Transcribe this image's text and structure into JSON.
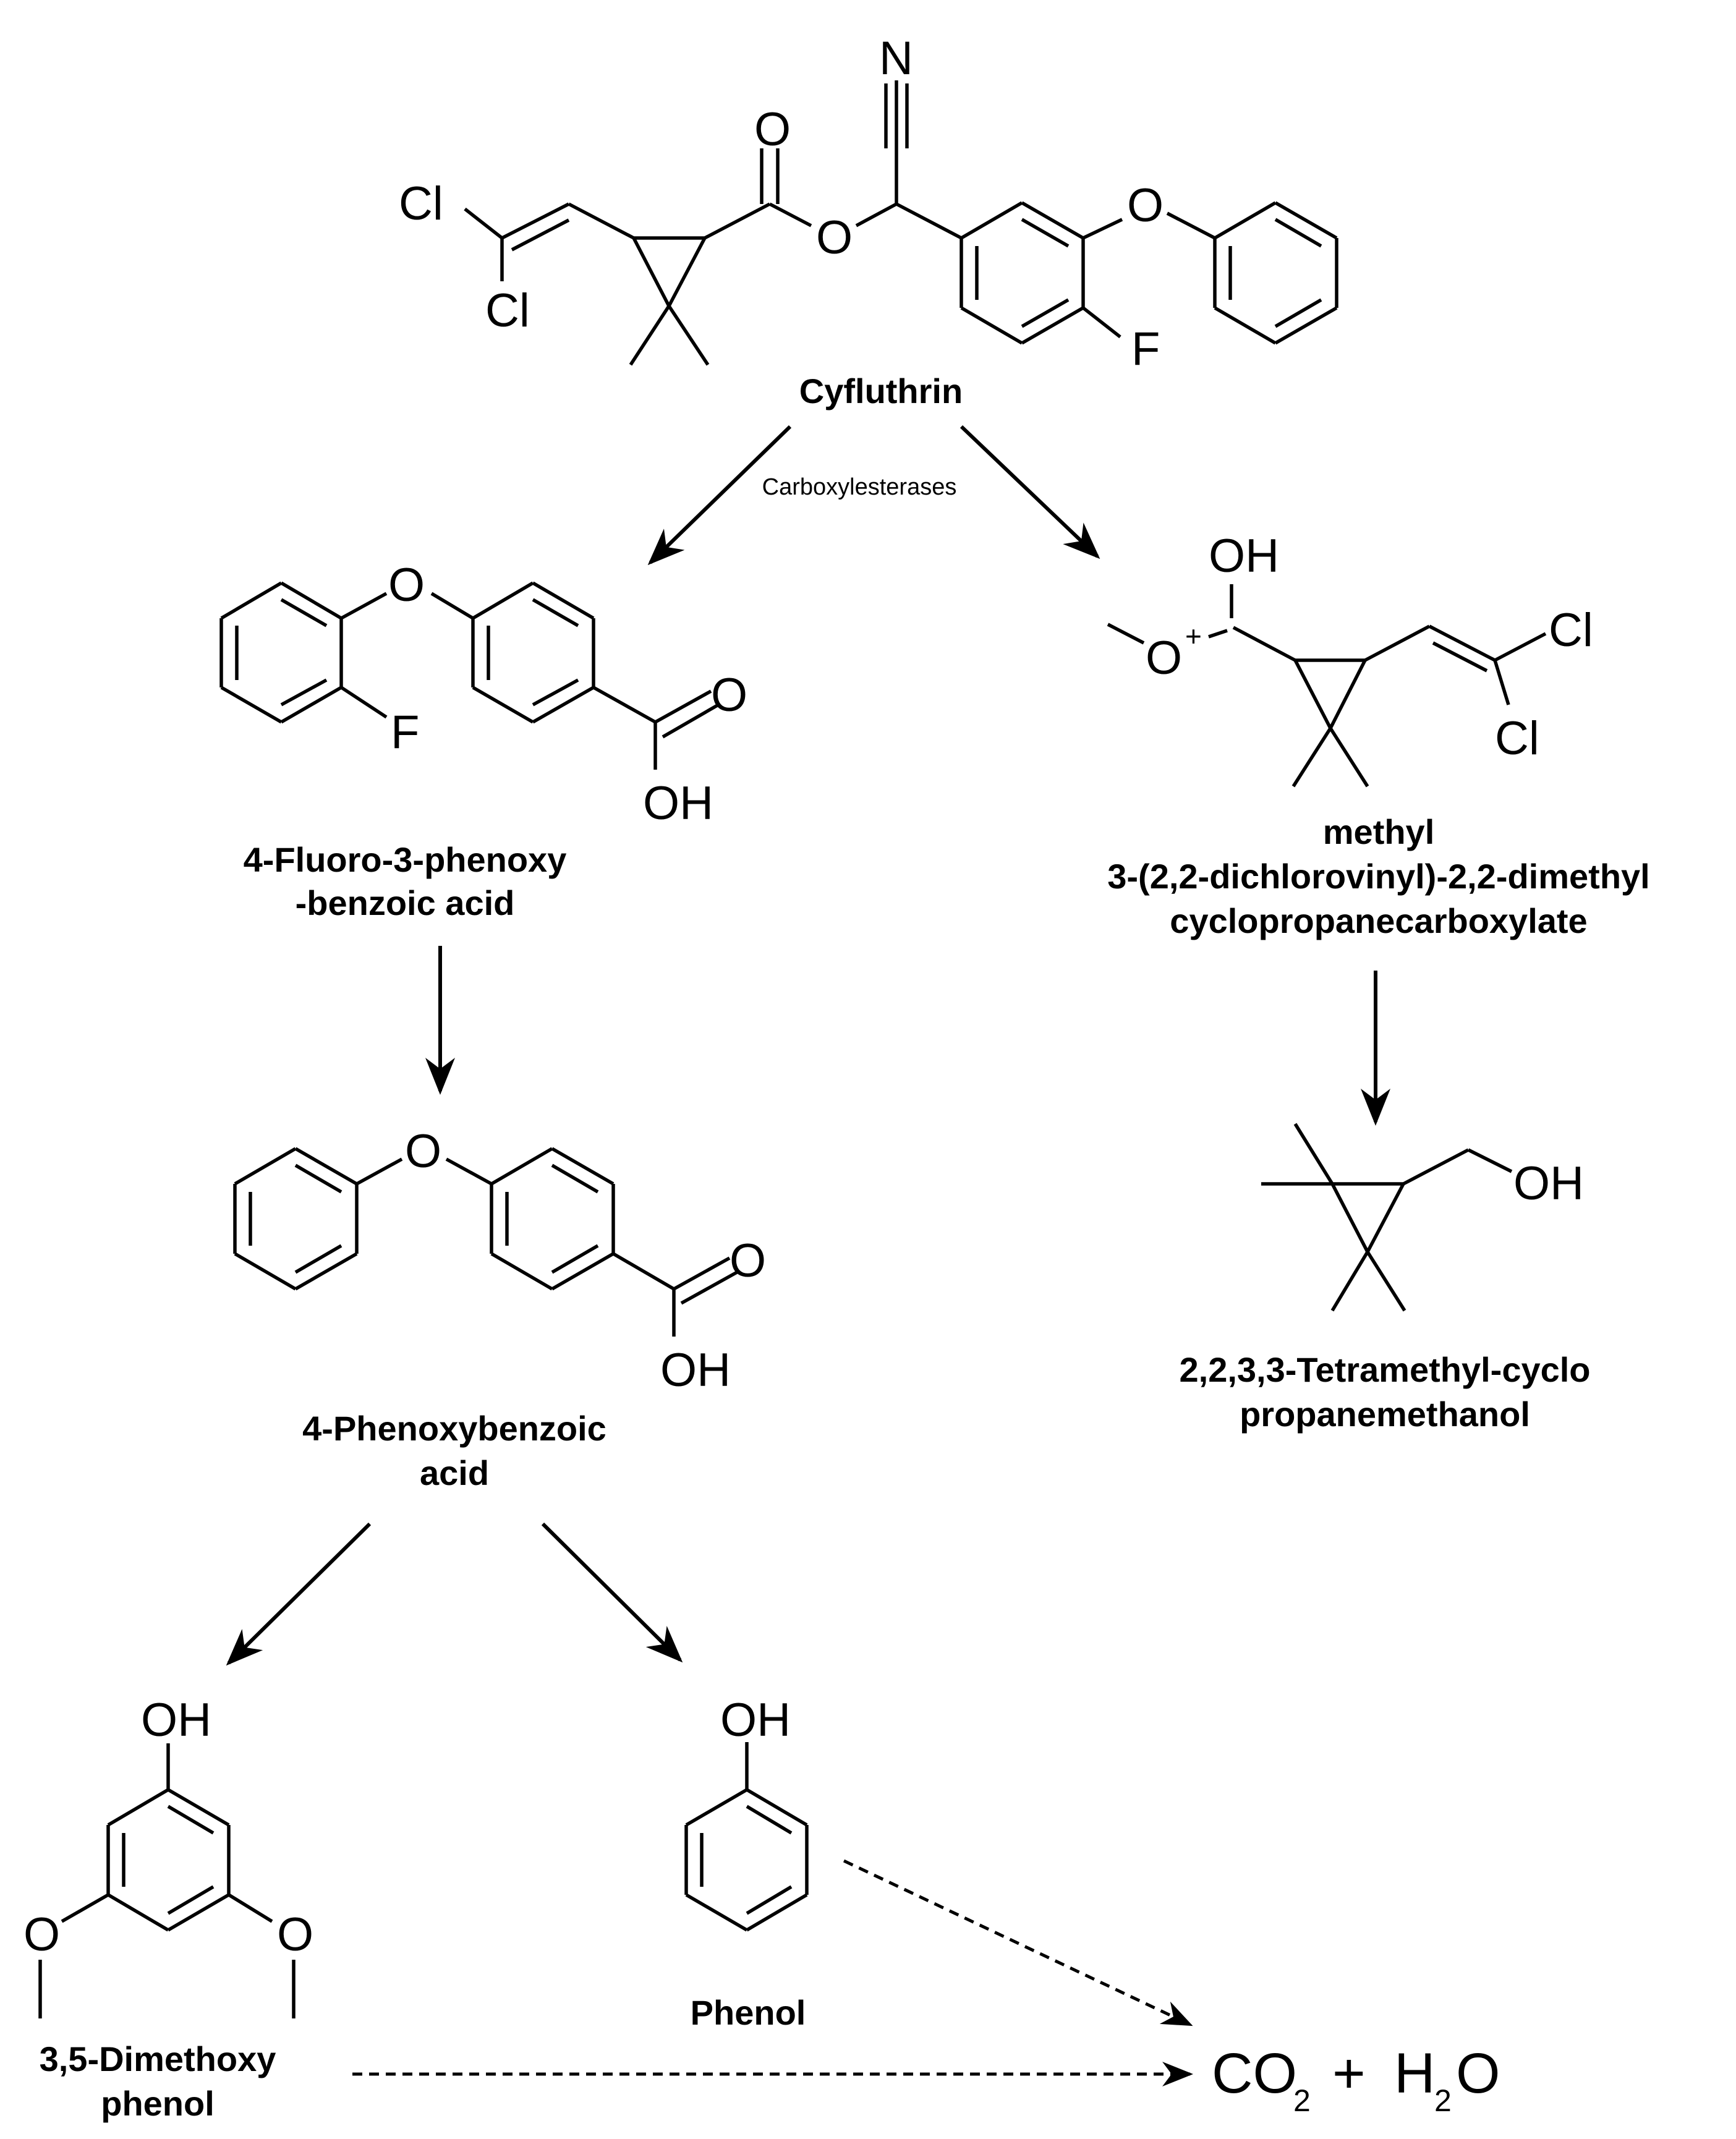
{
  "compounds": {
    "cyfluthrin": {
      "name": "Cyfluthrin",
      "atoms": {
        "cl1": "Cl",
        "cl2": "Cl",
        "o_carbonyl": "O",
        "o_ester": "O",
        "n": "N",
        "o_ether": "O",
        "f": "F"
      }
    },
    "fluoro_acid": {
      "name_line1": "4-Fluoro-3-phenoxy",
      "name_line2": "-benzoic acid",
      "atoms": {
        "o_ether": "O",
        "f": "F",
        "o_carbonyl": "O",
        "oh": "OH"
      }
    },
    "methyl_ester": {
      "name_line1": "methyl",
      "name_line2": "3-(2,2-dichlorovinyl)-2,2-dimethyl",
      "name_line3": "cyclopropanecarboxylate",
      "atoms": {
        "oh": "OH",
        "o_plus": "O",
        "charge": "+",
        "cl1": "Cl",
        "cl2": "Cl"
      }
    },
    "phenoxybenzoic": {
      "name_line1": "4-Phenoxybenzoic",
      "name_line2": "acid",
      "atoms": {
        "o_ether": "O",
        "o_carbonyl": "O",
        "oh": "OH"
      }
    },
    "tetramethyl": {
      "name_line1": "2,2,3,3-Tetramethyl-cyclo",
      "name_line2": "propanemethanol",
      "atoms": {
        "oh": "OH"
      }
    },
    "dimethoxyphenol": {
      "name_line1": "3,5-Dimethoxy",
      "name_line2": "phenol",
      "atoms": {
        "oh": "OH",
        "o_left": "O",
        "o_right": "O"
      }
    },
    "phenol": {
      "name": "Phenol",
      "atoms": {
        "oh": "OH"
      }
    }
  },
  "enzyme_label": "Carboxylesterases",
  "products": {
    "co2_main": "CO",
    "co2_sub": "2",
    "plus": "+",
    "h2o_h": "H",
    "h2o_sub": "2",
    "h2o_o": "O"
  }
}
